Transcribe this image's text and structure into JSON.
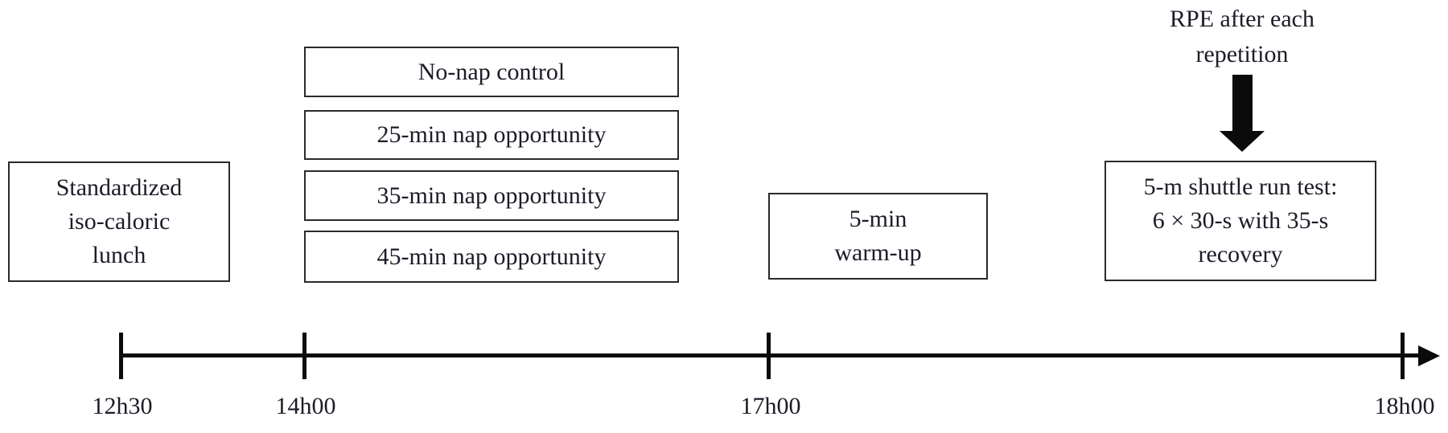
{
  "figure": {
    "colors": {
      "background": "#ffffff",
      "ink": "#1c1c28",
      "box_border": "#2a2a2a",
      "arrow": "#0b0b0b"
    },
    "boxes": {
      "lunch": {
        "lines": [
          "Standardized",
          "iso-caloric",
          "lunch"
        ]
      },
      "nap_conditions": [
        {
          "label": "No-nap control"
        },
        {
          "label": "25-min nap opportunity"
        },
        {
          "label": "35-min nap opportunity"
        },
        {
          "label": "45-min nap opportunity"
        }
      ],
      "warmup": {
        "lines": [
          "5-min",
          "warm-up"
        ]
      },
      "shuttle": {
        "lines": [
          "5-m shuttle run test:",
          "6 × 30-s with 35-s",
          "recovery"
        ]
      }
    },
    "annotation": {
      "lines": [
        "RPE after each",
        "repetition"
      ]
    },
    "timeline": {
      "ticks": [
        {
          "label": "12h30"
        },
        {
          "label": "14h00"
        },
        {
          "label": "17h00"
        },
        {
          "label": "18h00"
        }
      ]
    }
  }
}
